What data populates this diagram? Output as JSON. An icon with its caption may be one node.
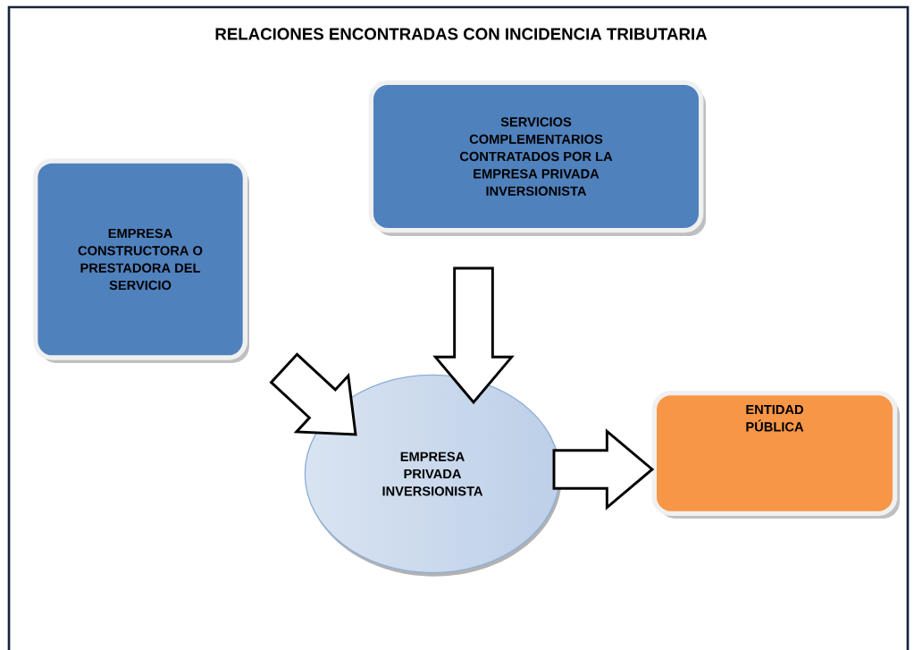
{
  "diagram": {
    "title": "RELACIONES ENCONTRADAS CON INCIDENCIA TRIBUTARIA",
    "nodes": [
      {
        "text": [
          "EMPRESA CONSTRUCTORA O PRESTADORA DEL SERVICIO"
        ]
      },
      {
        "text": [
          "SERVICIOS COMPLEMENTARIOS CONTRATADOS POR LA EMPRESA PRIVADA INVERSIONISTA"
        ]
      },
      {
        "text": [
          "EMPRESA PRIVADA INVERSIONISTA"
        ]
      },
      {
        "text": [
          "ENTIDAD PÚBLICA"
        ]
      }
    ],
    "edges": [
      {
        "from": 0,
        "to": 2,
        "arrow": "to"
      },
      {
        "from": 1,
        "to": 2,
        "arrow": "to"
      },
      {
        "from": 2,
        "to": 3,
        "arrow": "to"
      }
    ]
  }
}
